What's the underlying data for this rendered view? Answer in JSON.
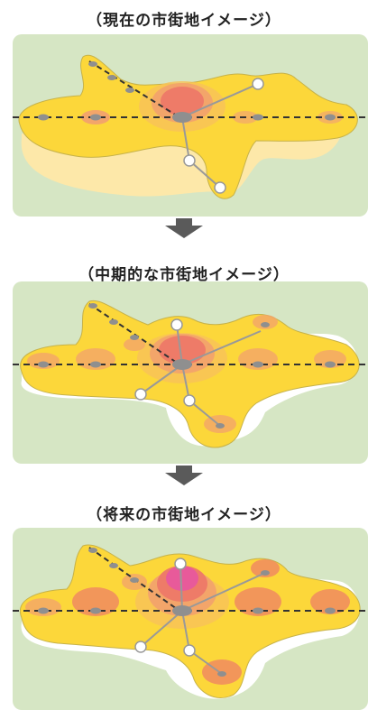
{
  "stages": [
    {
      "label": "（現在の市街地イメージ）"
    },
    {
      "label": "（中期的な市街地イメージ）"
    },
    {
      "label": "（将来の市街地イメージ）"
    }
  ],
  "colors": {
    "background": "#d6e6c4",
    "outer_zone": "#fde8a9",
    "inner_zone": "#fcd73a",
    "halo": "#f2b96a",
    "core": "#ee7b68",
    "core_future": "#e85a9a",
    "node": "#8f8f8f",
    "white_node": "#ffffff"
  }
}
